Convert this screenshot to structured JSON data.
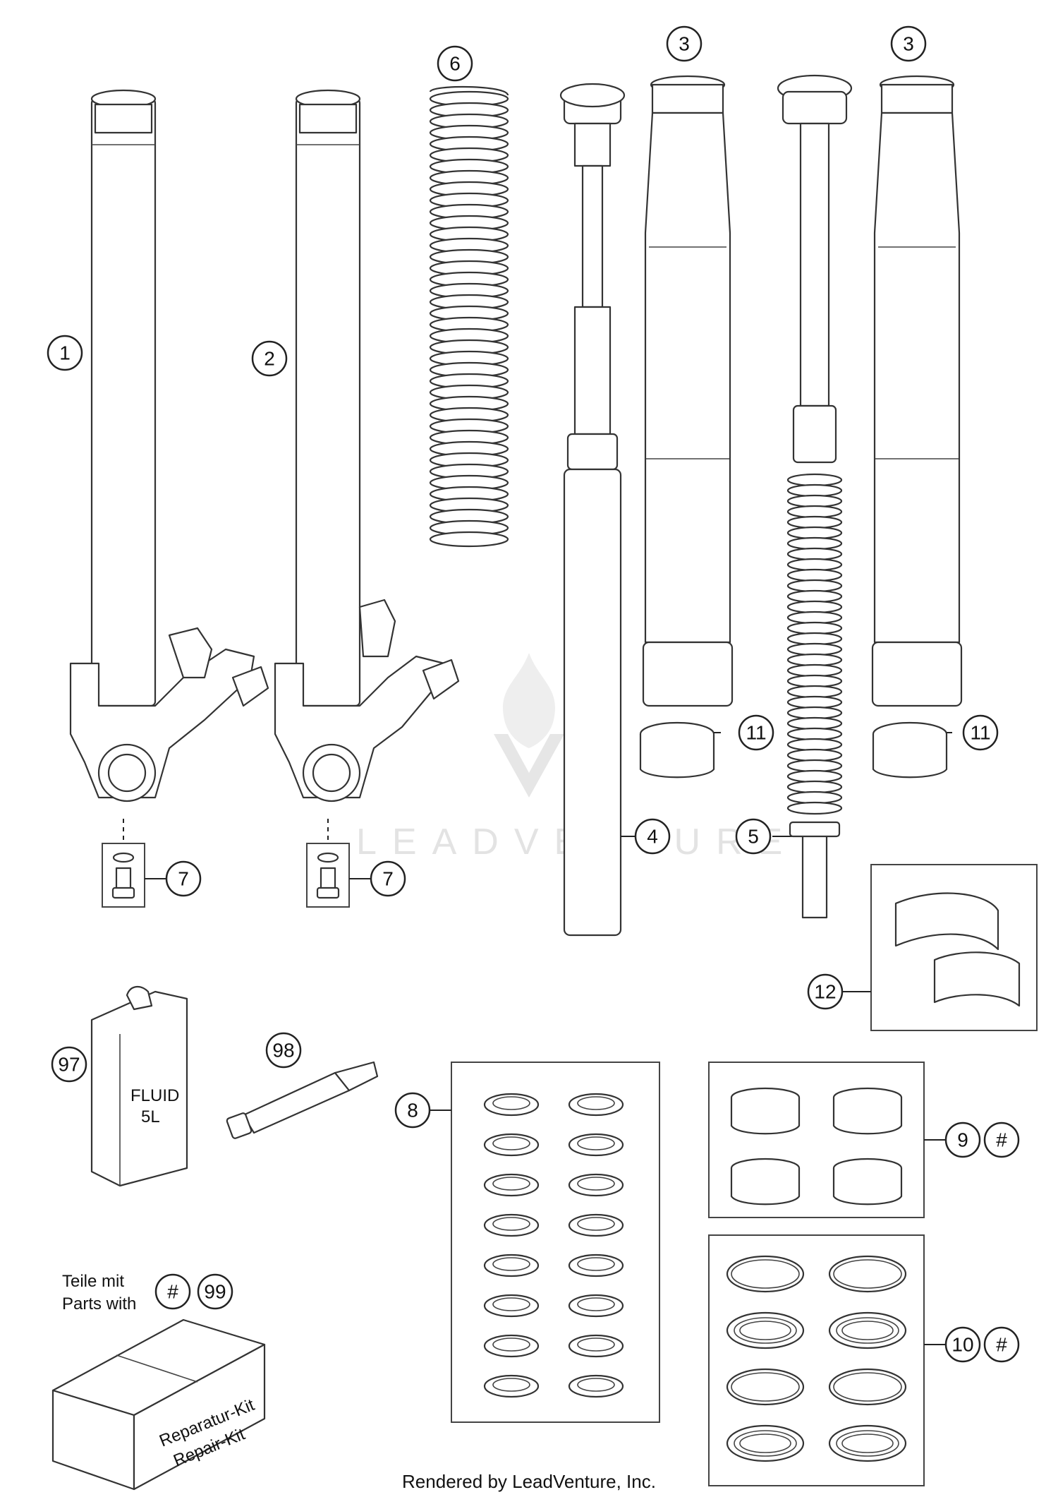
{
  "callouts": {
    "c1": "1",
    "c2": "2",
    "c3a": "3",
    "c3b": "3",
    "c4": "4",
    "c5": "5",
    "c6": "6",
    "c7a": "7",
    "c7b": "7",
    "c8": "8",
    "c9": "9",
    "c10": "10",
    "c11a": "11",
    "c11b": "11",
    "c12": "12",
    "c97": "97",
    "c98": "98",
    "c99": "99",
    "hash9": "#",
    "hash10": "#",
    "hash99": "#"
  },
  "kit_note": {
    "line1": "Teile mit",
    "line2": "Parts with"
  },
  "product_labels": {
    "fluid_can": "FLUID\n5L",
    "repair_box_line1": "Reparatur-Kit",
    "repair_box_line2": "Repair-Kit"
  },
  "watermark": {
    "text": "LEADVENTURE"
  },
  "footer": {
    "text": "Rendered by LeadVenture, Inc."
  }
}
